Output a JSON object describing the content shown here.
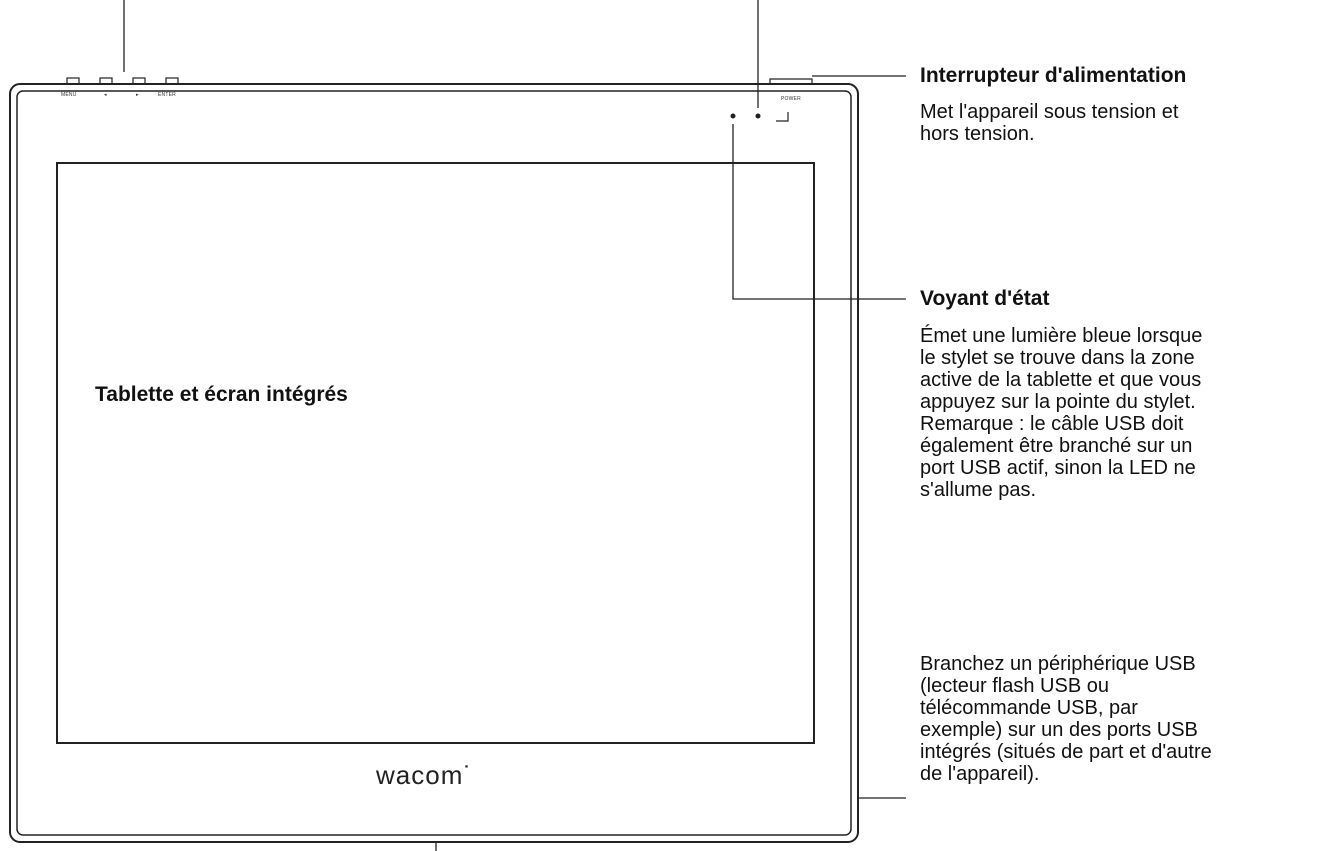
{
  "device": {
    "button_labels": [
      "MENU",
      "◂",
      "▸",
      "ENTER"
    ],
    "power_label": "POWER",
    "screen_label": "Tablette et écran intégrés",
    "brand": "wacom˙"
  },
  "callouts": {
    "power": {
      "title": "Interrupteur d'alimentation",
      "lines": [
        "Met l'appareil sous tension et",
        "hors tension."
      ]
    },
    "status": {
      "title": "Voyant d'état",
      "lines": [
        "Émet une lumière bleue lorsque",
        "le stylet se trouve dans la zone",
        "active de la tablette et que vous",
        "appuyez sur la pointe du stylet.",
        "Remarque : le câble USB doit",
        "également être branché sur un",
        "port USB actif, sinon la LED ne",
        "s'allume pas."
      ]
    },
    "usb": {
      "lines": [
        "Branchez un périphérique USB",
        "(lecteur flash USB ou",
        "télécommande USB, par",
        "exemple) sur un des ports USB",
        "intégrés (situés de part et d'autre",
        "de l'appareil)."
      ]
    }
  }
}
